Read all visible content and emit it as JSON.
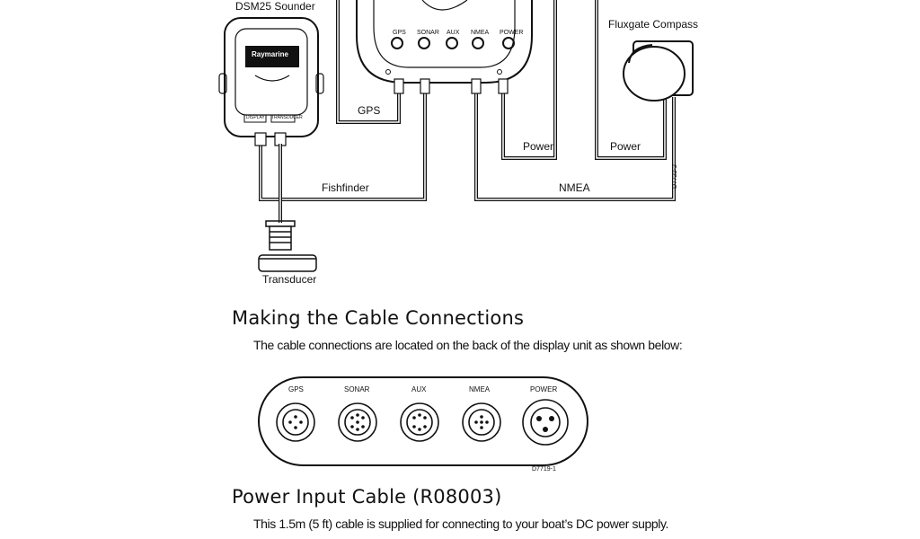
{
  "diagram": {
    "sounder_label": "DSM25 Sounder",
    "brand_label": "Raymarine",
    "port_labels_top": [
      "GPS",
      "SONAR",
      "AUX",
      "NMEA",
      "POWER"
    ],
    "compass_label": "Fluxgate Compass",
    "gps_cable": "GPS",
    "fishfinder_cable": "Fishfinder",
    "power_cable_1": "Power",
    "power_cable_2": "Power",
    "nmea_cable": "NMEA",
    "transducer_label": "Transducer",
    "figure_code_1": "D7722-2",
    "sounder_port_1": "DISPLAY",
    "sounder_port_2": "TRANSDUCER"
  },
  "section_cable": {
    "heading": "Making the Cable Connections",
    "text": "The cable connections are located on the back of the display unit as shown below:"
  },
  "connector_panel": {
    "ports": [
      "GPS",
      "SONAR",
      "AUX",
      "NMEA",
      "POWER"
    ],
    "figure_code": "D7719-1"
  },
  "section_power": {
    "heading": "Power Input Cable (R08003)",
    "text": "This 1.5m (5 ft) cable is supplied for connecting to your boat’s DC power supply."
  }
}
